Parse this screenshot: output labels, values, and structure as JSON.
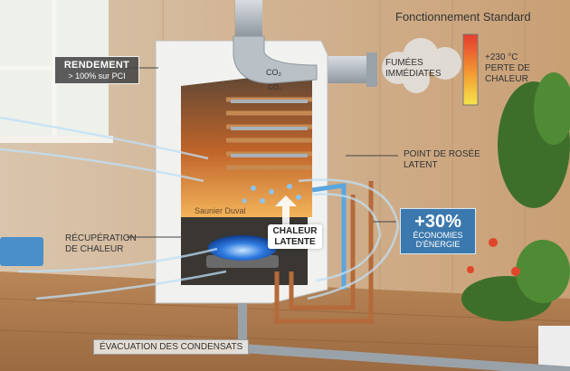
{
  "title": "Fonctionnement Standard",
  "labels": {
    "rendement_title": "RENDEMENT",
    "rendement_sub": "> 100% sur PCI",
    "fumees": "FUMÉES IMMÉDIATES",
    "temp_value": "+230 °C",
    "temp_desc": "PERTE DE CHALEUR",
    "point_rosee": "POINT DE ROSÉE LATENT",
    "chaleur_latente": "CHALEUR LATENTE",
    "eco_value": "+30%",
    "eco_text": "ÉCONOMIES D'ÉNERGIE",
    "recuperation": "RÉCUPÉRATION DE CHALEUR",
    "brand": "Saunier Duval",
    "condensats": "ÉVACUATION DES CONDENSATS",
    "co2_a": "CO₂",
    "co2_b": "CO₂"
  },
  "colors": {
    "eco_badge": "#3b78ad",
    "flame": "#2f7be0",
    "heat_glow": "#f08a2a",
    "thermo_hot": "#e63b2e",
    "thermo_cold": "#f6e44a"
  }
}
